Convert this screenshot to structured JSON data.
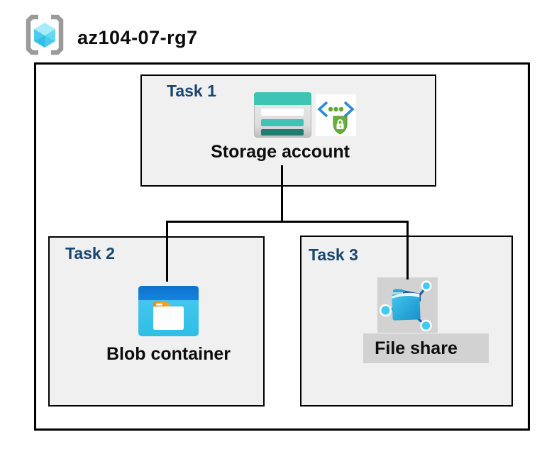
{
  "resource_group": {
    "name": "az104-07-rg7",
    "icon": "resource-group-icon"
  },
  "tasks": [
    {
      "label": "Task 1",
      "item": "Storage account",
      "icons": [
        "storage-account-icon",
        "secure-access-icon"
      ]
    },
    {
      "label": "Task 2",
      "item": "Blob container",
      "icons": [
        "blob-container-icon"
      ]
    },
    {
      "label": "Task 3",
      "item": "File share",
      "icons": [
        "file-share-icon"
      ]
    }
  ],
  "connections": [
    {
      "from": "Storage account",
      "to": "Blob container"
    },
    {
      "from": "Storage account",
      "to": "File share"
    }
  ],
  "colors": {
    "task_label": "#17466F",
    "task_box_bg": "#F0F0F0",
    "box_border": "#000000",
    "gray_chip_bg": "#D2D2D2",
    "storage_teal": "#3EC4B4",
    "storage_dark_teal": "#1F7D71",
    "blob_header_blue": "#0F75CE",
    "blob_body_cyan": "#3FC8F0",
    "folder_tab_orange": "#F5991F",
    "file_share_blue": "#29AEDE",
    "node_cyan": "#3FCBF2",
    "secure_bracket_blue": "#2E8BD8",
    "secure_green": "#69AF3C",
    "bracket_gray": "#9B9B9B",
    "cube_cyan_light": "#A5EDF8",
    "cube_cyan": "#49CBEC"
  }
}
